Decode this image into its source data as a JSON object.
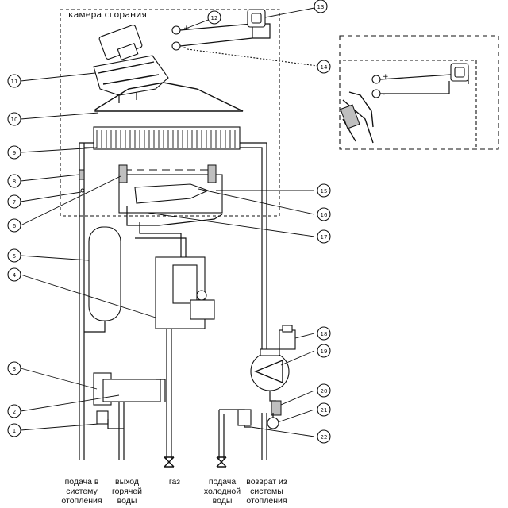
{
  "title": "камера сгорания",
  "signs": {
    "plus": "+",
    "minus": "-"
  },
  "callouts": [
    "1",
    "2",
    "3",
    "4",
    "5",
    "6",
    "7",
    "8",
    "9",
    "10",
    "11",
    "12",
    "13",
    "14",
    "15",
    "16",
    "17",
    "18",
    "19",
    "20",
    "21",
    "22"
  ],
  "connections": [
    [
      "подача в",
      "систему",
      "отопления"
    ],
    [
      "выход",
      "горячей",
      "воды"
    ],
    [
      "газ"
    ],
    [
      "подача",
      "холодной",
      "воды"
    ],
    [
      "возврат из",
      "системы",
      "отопления"
    ]
  ]
}
